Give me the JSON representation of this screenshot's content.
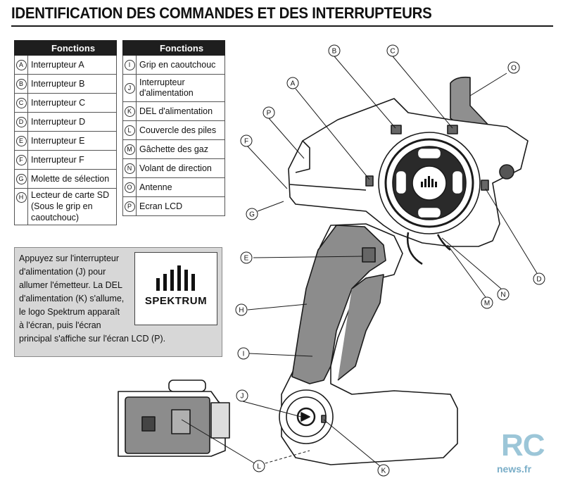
{
  "title": "IDENTIFICATION DES COMMANDES ET DES INTERRUPTEURS",
  "table_left": {
    "header": "Fonctions",
    "rows": [
      {
        "letter": "A",
        "label": "Interrupteur A"
      },
      {
        "letter": "B",
        "label": "Interrupteur B"
      },
      {
        "letter": "C",
        "label": "Interrupteur C"
      },
      {
        "letter": "D",
        "label": "Interrupteur D"
      },
      {
        "letter": "E",
        "label": "Interrupteur E"
      },
      {
        "letter": "F",
        "label": "Interrupteur F"
      },
      {
        "letter": "G",
        "label": "Molette de sélection"
      },
      {
        "letter": "H",
        "label_lines": [
          "Lecteur de carte SD",
          "(Sous le grip en",
          "caoutchouc)"
        ]
      }
    ]
  },
  "table_right": {
    "header": "Fonctions",
    "rows": [
      {
        "letter": "I",
        "label": "Grip en caoutchouc"
      },
      {
        "letter": "J",
        "label_lines": [
          "Interrupteur",
          "d'alimentation"
        ]
      },
      {
        "letter": "K",
        "label": "DEL d'alimentation"
      },
      {
        "letter": "L",
        "label": "Couvercle des piles"
      },
      {
        "letter": "M",
        "label": "Gâchette des gaz"
      },
      {
        "letter": "N",
        "label": "Volant de direction"
      },
      {
        "letter": "O",
        "label": "Antenne"
      },
      {
        "letter": "P",
        "label": "Ecran LCD"
      }
    ]
  },
  "info": {
    "lines": [
      "Appuyez sur l'interrupteur",
      "d'alimentation (J) pour",
      "allumer l'émetteur. La DEL",
      "d'alimentation (K) s'allume,",
      "le logo Spektrum apparaît",
      "à l'écran, puis l'écran",
      "principal s'affiche sur l'écran LCD (P)."
    ],
    "logo_text": "SPEKTRUM"
  },
  "callouts": [
    "A",
    "B",
    "C",
    "D",
    "E",
    "F",
    "G",
    "H",
    "I",
    "J",
    "K",
    "L",
    "M",
    "N",
    "O",
    "P"
  ],
  "watermark": {
    "big": "RC",
    "small": "news.fr"
  },
  "colors": {
    "grip_gray": "#8c8c8c",
    "antenna_gray": "#8f8f8f",
    "header_black": "#1e1e1e",
    "info_bg": "#d7d7d7",
    "watermark": "#9cc6d8"
  }
}
